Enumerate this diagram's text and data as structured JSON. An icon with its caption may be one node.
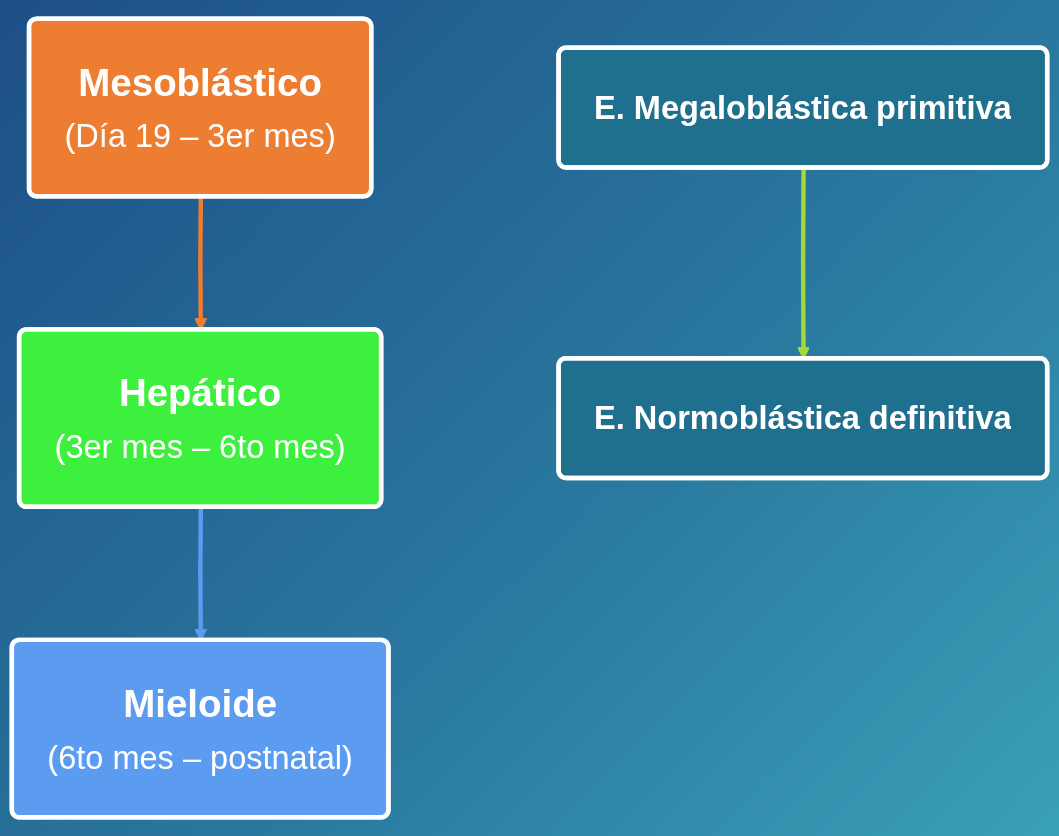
{
  "diagram": {
    "nodes": [
      {
        "text": [
          "Mesoblástico",
          "(Día 19 – 3er mes)"
        ]
      },
      {
        "text": [
          "Hepático",
          "(3er mes – 6to mes)"
        ]
      },
      {
        "text": [
          "Mieloide",
          "(6to mes – postnatal)"
        ]
      },
      {
        "text": [
          "E. Megaloblástica primitiva"
        ]
      },
      {
        "text": [
          "E. Normoblástica definitiva"
        ]
      }
    ],
    "edges": [
      {
        "from": 0,
        "to": 1,
        "arrow": "to",
        "color": "#ed7d31"
      },
      {
        "from": 1,
        "to": 2,
        "arrow": "to",
        "color": "#5b9bf0"
      },
      {
        "from": 3,
        "to": 4,
        "arrow": "to",
        "color": "#a5d63a"
      }
    ]
  }
}
